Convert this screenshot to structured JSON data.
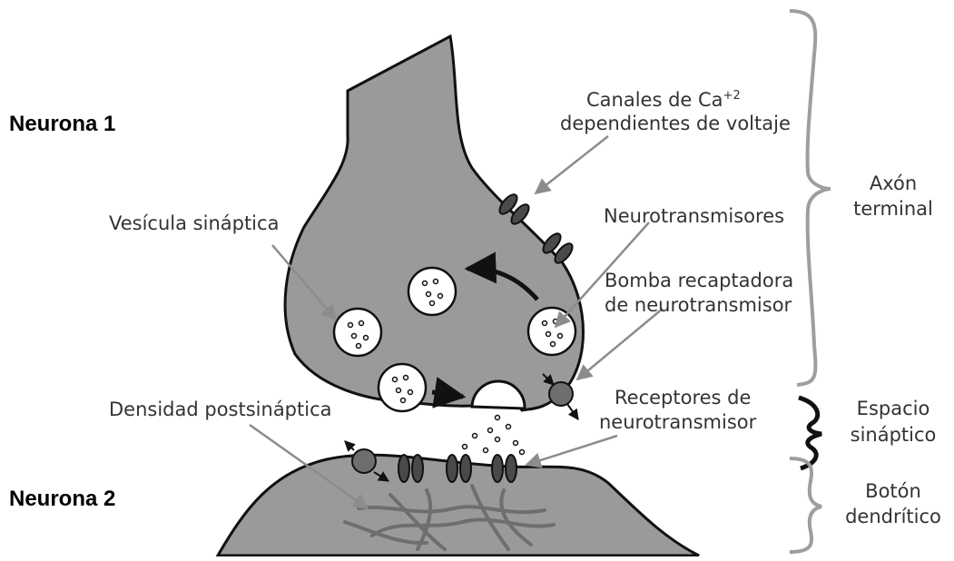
{
  "labels": {
    "neurona1": "Neurona 1",
    "neurona2": "Neurona 2",
    "canales_line1_prefix": "Canales de Ca",
    "canales_sup": "+2",
    "canales_line2": "dependientes de voltaje",
    "vesicula": "Vesícula sináptica",
    "neurotransmisores": "Neurotransmisores",
    "bomba_line1": "Bomba recaptadora",
    "bomba_line2": "de neurotransmisor",
    "receptores_line1": "Receptores de",
    "receptores_line2": "neurotransmisor",
    "densidad": "Densidad postsináptica",
    "axon_line1": "Axón",
    "axon_line2": "terminal",
    "espacio_line1": "Espacio",
    "espacio_line2": "sináptico",
    "boton_line1": "Botón",
    "boton_line2": "dendrítico"
  },
  "colors": {
    "cell_fill": "#9a9a9a",
    "outline": "#111111",
    "arrow_gray": "#8c8c8c",
    "brace_gray": "#9e9e9e",
    "fiber_gray": "#6e6e6e",
    "channel_fill": "#4a4a4a",
    "vesicle_fill": "#ffffff"
  }
}
